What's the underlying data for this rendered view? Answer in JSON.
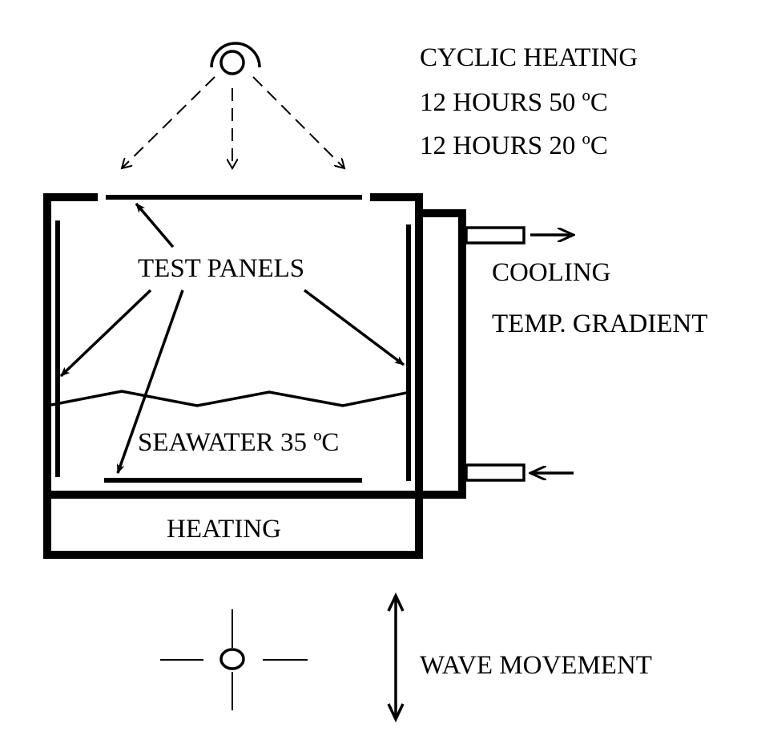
{
  "labels": {
    "cyclic_heating": "CYCLIC HEATING",
    "cycle_high": "12 HOURS 50 ºC",
    "cycle_low": "12 HOURS 20 ºC",
    "test_panels": "TEST PANELS",
    "cooling": "COOLING",
    "temp_gradient": "TEMP. GRADIENT",
    "seawater": "SEAWATER 35 ºC",
    "heating": "HEATING",
    "wave_movement": "WAVE MOVEMENT"
  },
  "icons": {
    "lamp": "lamp-icon",
    "pivot": "pivot-crosshair-icon",
    "wave": "vertical-double-arrow-icon"
  },
  "colors": {
    "ink": "#000000",
    "background": "#ffffff"
  }
}
